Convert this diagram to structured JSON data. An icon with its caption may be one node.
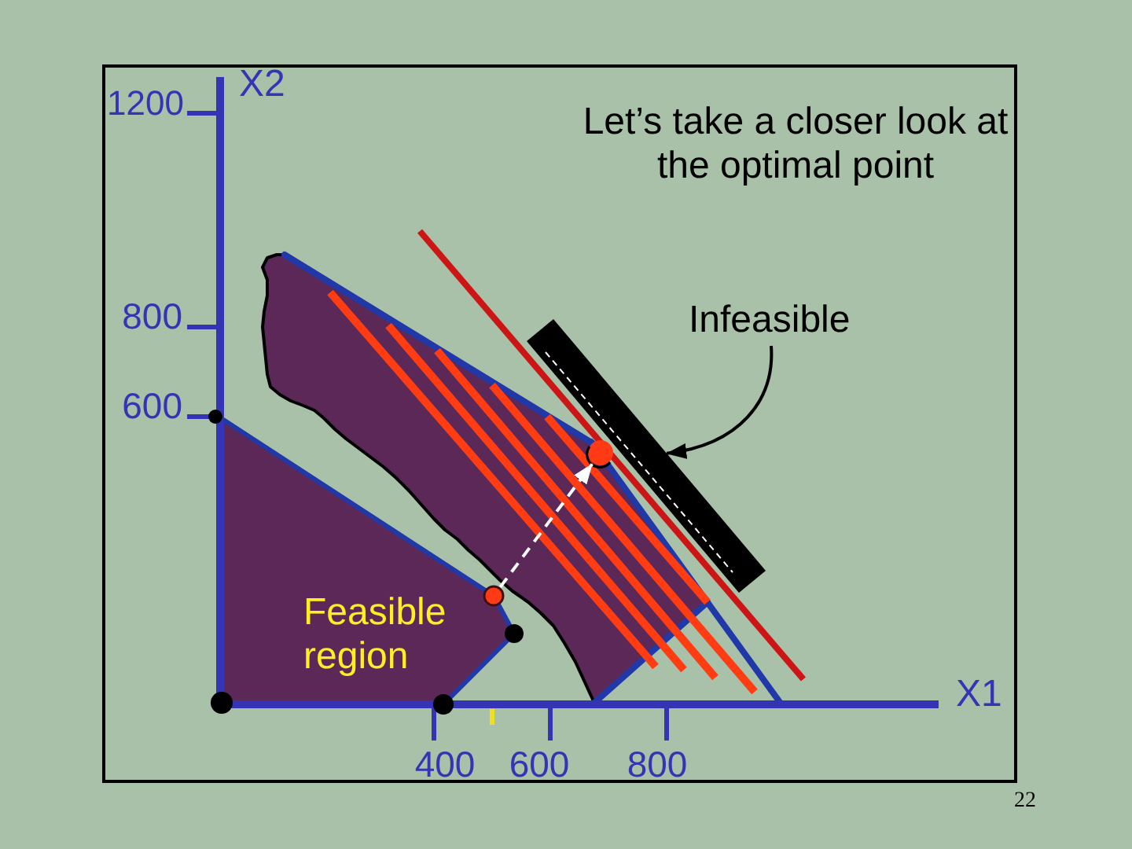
{
  "diagram": {
    "nodes": [
      {
        "text": [
          "Infeasible"
        ]
      },
      {
        "text": [],
        "shape": "bar"
      },
      {
        "text": [],
        "shape": "circle"
      },
      {
        "text": [
          "Feasible region"
        ]
      },
      {
        "text": [],
        "shape": "circle"
      }
    ],
    "edges": [
      {
        "from": 0,
        "to": 1,
        "arrow": "to"
      },
      {
        "from": 4,
        "to": 2,
        "arrow": "to",
        "style": "dashed",
        "color": "#ffffff"
      }
    ],
    "labels": [
      "1200",
      "X2",
      "Let’s take a closer look at the optimal point",
      "800",
      "600",
      "X1",
      "400",
      "600",
      "800",
      "22"
    ]
  }
}
